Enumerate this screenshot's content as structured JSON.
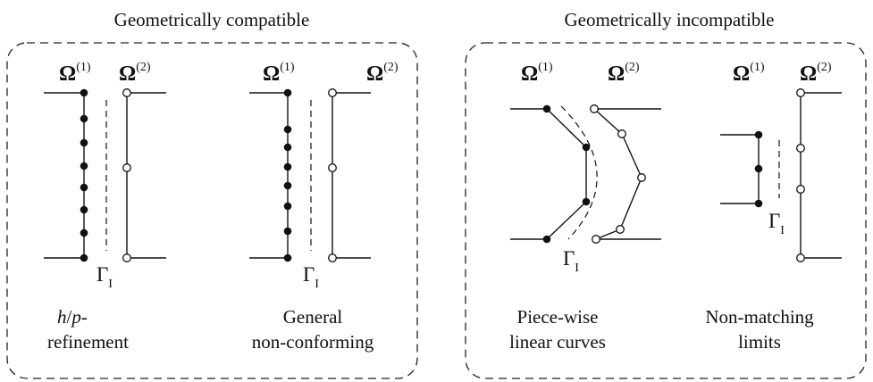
{
  "headings": {
    "left": "Geometrically compatible",
    "right": "Geometrically incompatible"
  },
  "symbols": {
    "omega": "Ω",
    "omega1_sup": "(1)",
    "omega2_sup": "(2)",
    "gamma": "Γ",
    "gamma_sub": "I"
  },
  "captions": {
    "hp_line1_h": "h",
    "hp_line1_slash": "/",
    "hp_line1_p": "p",
    "hp_line1_dash": "-",
    "hp_line2": "refinement",
    "general_line1": "General",
    "general_line2": "non-conforming",
    "piecewise_line1": "Piece-wise",
    "piecewise_line2": "linear curves",
    "nonmatching_line1": "Non-matching",
    "nonmatching_line2": "limits"
  }
}
